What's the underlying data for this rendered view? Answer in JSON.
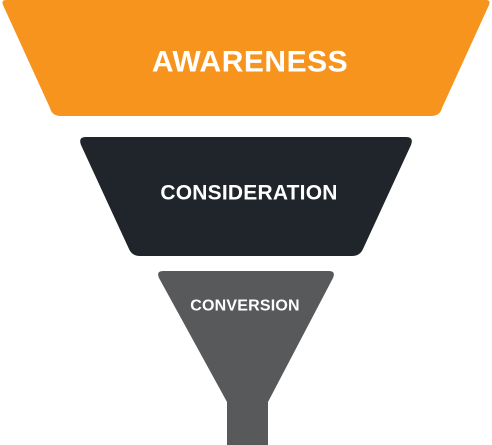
{
  "funnel": {
    "stages": [
      {
        "label": "AWARENESS",
        "color": "#F7941D"
      },
      {
        "label": "CONSIDERATION",
        "color": "#1F252B"
      },
      {
        "label": "CONVERSION",
        "color": "#58595B"
      }
    ]
  }
}
